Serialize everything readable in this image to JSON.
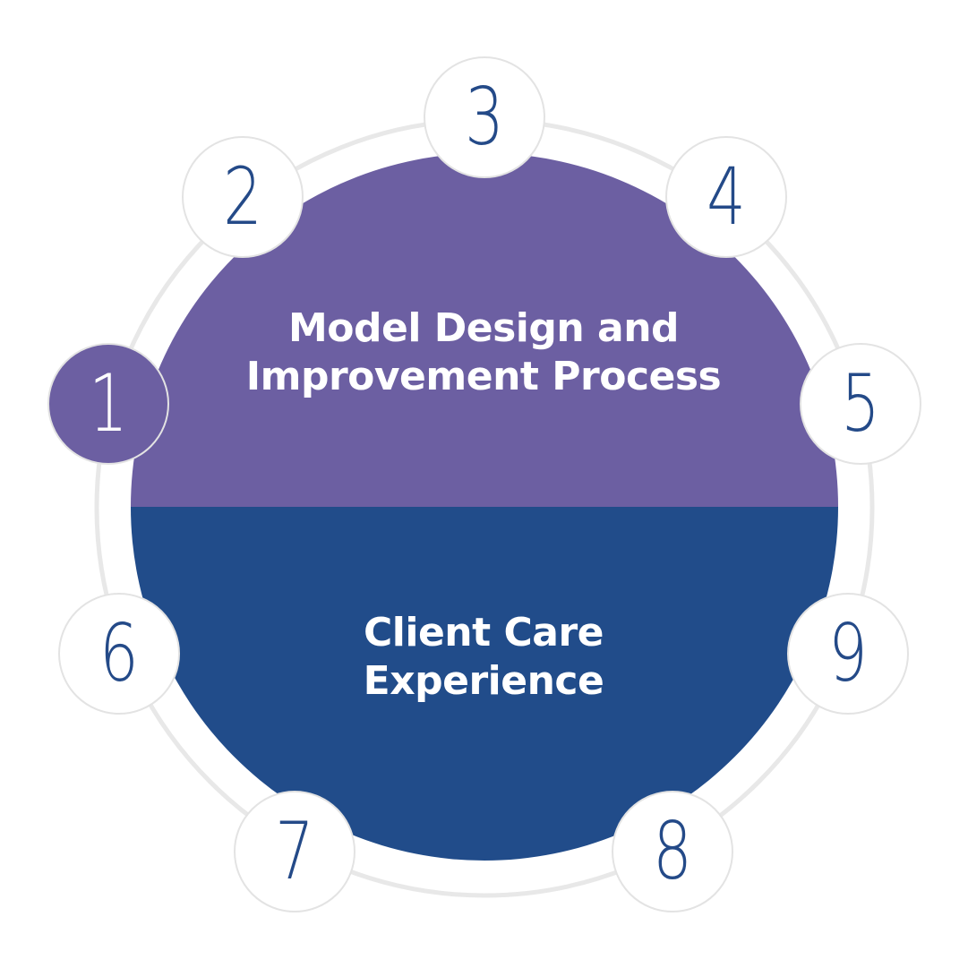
{
  "colors": {
    "ring": "#e8e8e8",
    "top_half": "#6c5fa2",
    "bottom_half": "#214c8a",
    "number": "#244a88",
    "step_border": "#e3e3e3",
    "active_step": "#6c5fa2"
  },
  "center": {
    "top_label": [
      "Model Design and",
      "Improvement Process"
    ],
    "bottom_label": [
      "Client Care",
      "Experience"
    ]
  },
  "steps": [
    {
      "label": "1",
      "active": true
    },
    {
      "label": "2",
      "active": false
    },
    {
      "label": "3",
      "active": false
    },
    {
      "label": "4",
      "active": false
    },
    {
      "label": "5",
      "active": false
    },
    {
      "label": "6",
      "active": false
    },
    {
      "label": "7",
      "active": false
    },
    {
      "label": "8",
      "active": false
    },
    {
      "label": "9",
      "active": false
    }
  ]
}
